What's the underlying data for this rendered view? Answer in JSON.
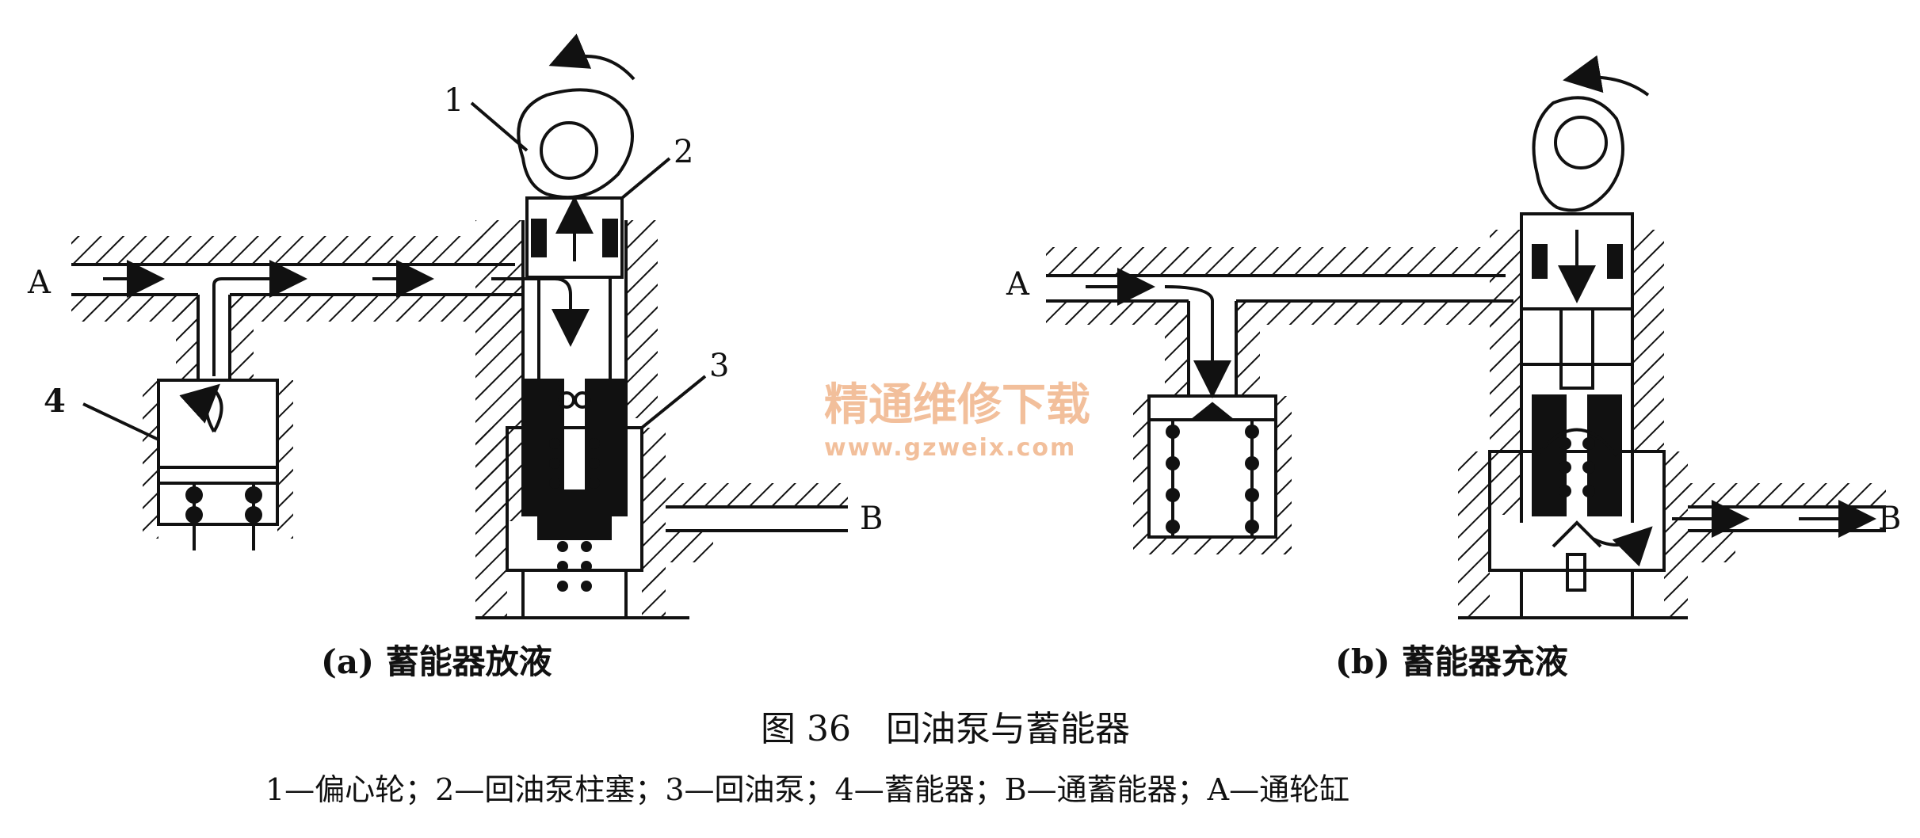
{
  "colors": {
    "ink": "#111111",
    "watermark": "#f0b48a"
  },
  "diagram_a": {
    "caption": "(a) 蓄能器放液",
    "label_A": "A",
    "label_B": "B",
    "callouts": [
      "1",
      "2",
      "3",
      "4"
    ]
  },
  "diagram_b": {
    "caption": "(b) 蓄能器充液",
    "label_A": "A",
    "label_B": "B"
  },
  "figure": {
    "title": "图 36　回油泵与蓄能器",
    "legend": "1—偏心轮；2—回油泵柱塞；3—回油泵；4—蓄能器；B—通蓄能器；A—通轮缸"
  },
  "watermark": {
    "line1": "精通维修下载",
    "line2": "www.gzweix.com"
  }
}
